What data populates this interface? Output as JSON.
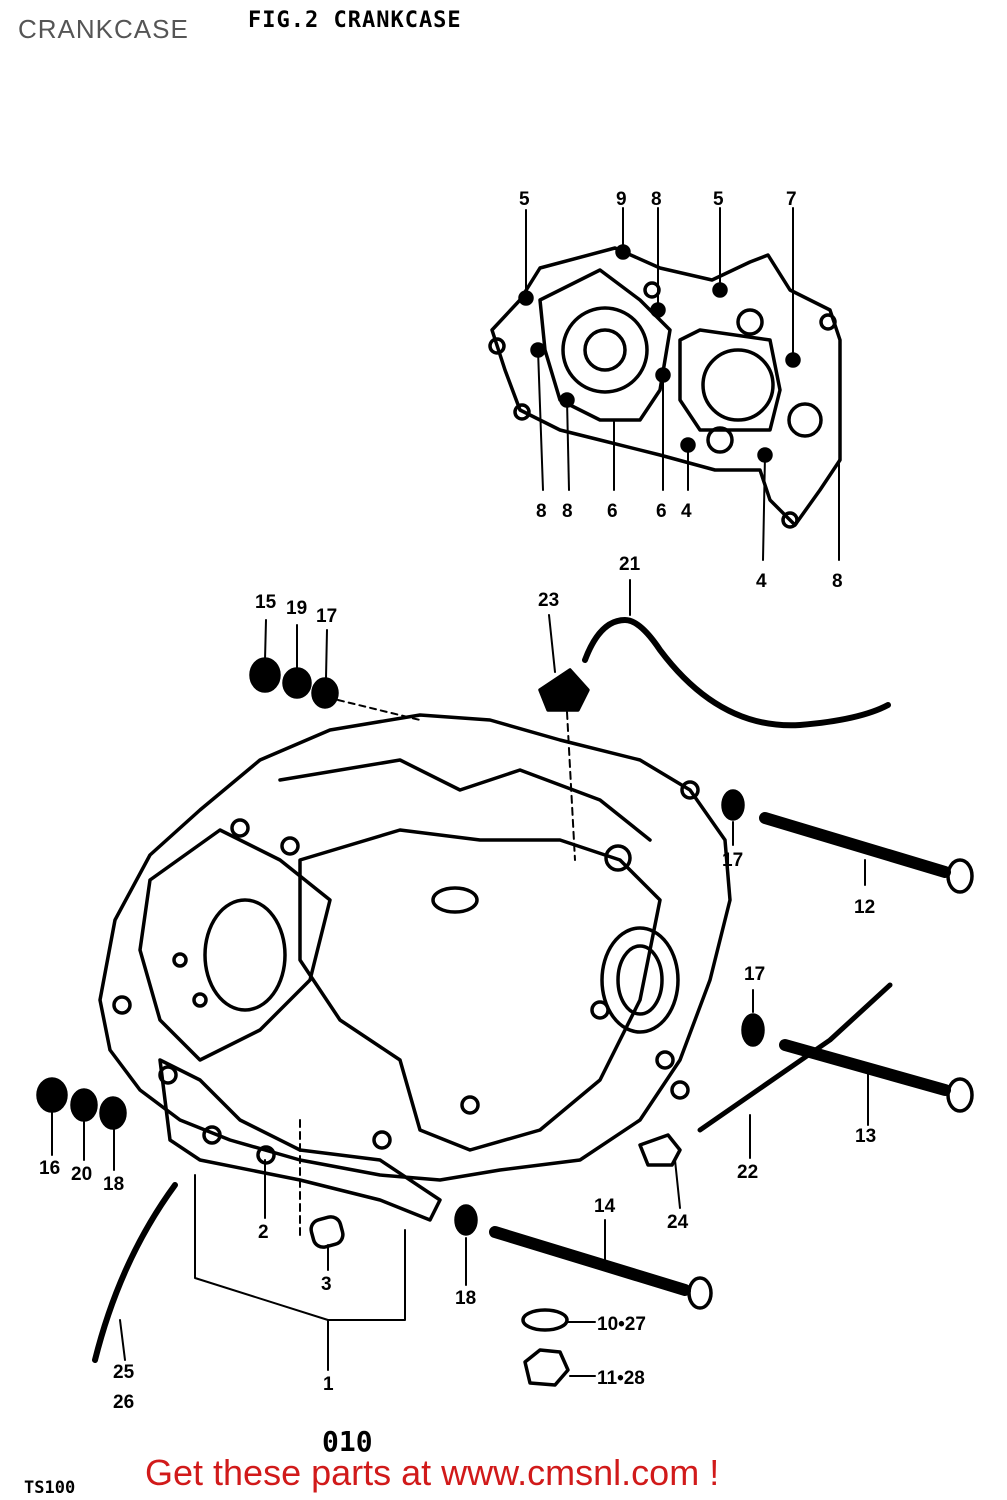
{
  "header": {
    "page_title": "CRANKCASE",
    "figure_title": "FIG.2  CRANKCASE"
  },
  "footer": {
    "model": "TS100",
    "page_number": "010",
    "promo": "Get these parts at www.cmsnl.com !"
  },
  "callouts": {
    "top": [
      "5",
      "9",
      "8",
      "5",
      "7"
    ],
    "bottom": [
      "8",
      "8",
      "6",
      "6",
      "4",
      "4",
      "8"
    ],
    "main": {
      "p1": "1",
      "p2": "2",
      "p3": "3",
      "p12": "12",
      "p13": "13",
      "p14": "14",
      "p15": "15",
      "p16": "16",
      "p17a": "17",
      "p17b": "17",
      "p17c": "17",
      "p18a": "18",
      "p18b": "18",
      "p19": "19",
      "p20": "20",
      "p21": "21",
      "p22": "22",
      "p23": "23",
      "p24": "24",
      "p25": "25",
      "p26": "26",
      "p1027": "10•27",
      "p1128": "11•28"
    }
  },
  "colors": {
    "ink": "#000000",
    "footer_text": "#d11a1a",
    "title_text": "#555555"
  }
}
